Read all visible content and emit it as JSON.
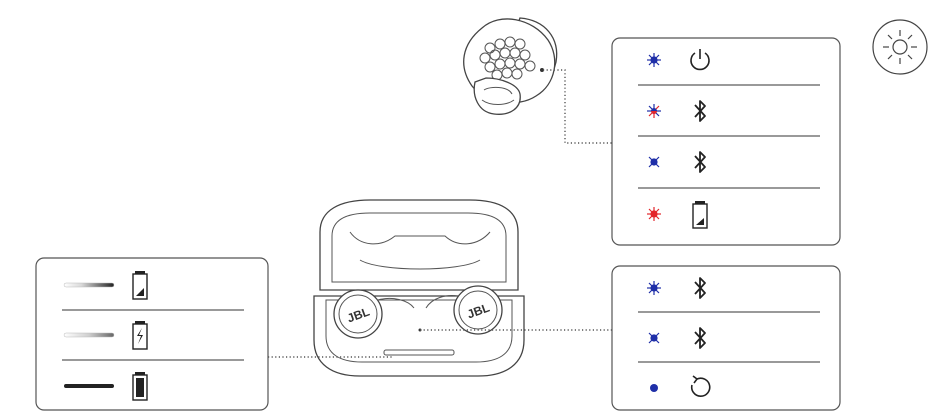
{
  "colors": {
    "blue_led": "#1f2fa8",
    "red_led": "#e3262b",
    "line": "#333333",
    "panel_border": "#555555"
  },
  "brand": "JBL",
  "light_indicator_icon": "sun-icon",
  "panels": {
    "earbud_status": {
      "rows": [
        {
          "led": "flashing-blue",
          "icon": "power-icon"
        },
        {
          "led": "flashing-blue-red",
          "icon": "bluetooth-icon"
        },
        {
          "led": "slow-flashing-blue",
          "icon": "bluetooth-icon"
        },
        {
          "led": "flashing-red",
          "icon": "battery-low-icon"
        }
      ]
    },
    "case_status": {
      "rows": [
        {
          "led": "flashing-blue",
          "icon": "bluetooth-icon"
        },
        {
          "led": "slow-flashing-blue",
          "icon": "bluetooth-icon"
        },
        {
          "led": "solid-blue",
          "icon": "reset-icon"
        }
      ]
    },
    "charging_status": {
      "rows": [
        {
          "led": "fading-light-bar",
          "icon": "battery-low-icon"
        },
        {
          "led": "breathing-light-bar",
          "icon": "battery-charging-icon"
        },
        {
          "led": "solid-light-bar",
          "icon": "battery-full-icon"
        }
      ]
    }
  }
}
